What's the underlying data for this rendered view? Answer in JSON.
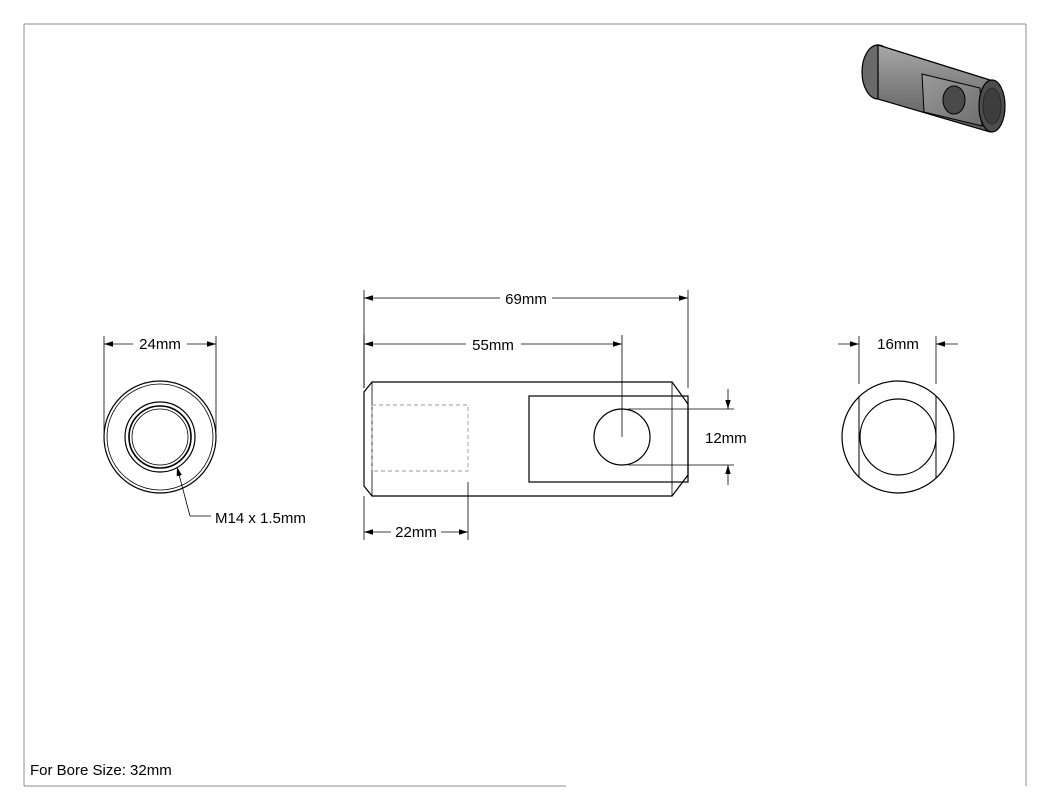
{
  "dimensions": {
    "end_diameter": "24mm",
    "thread": "M14 x 1.5mm",
    "overall_length": "69mm",
    "pin_center_distance": "55mm",
    "thread_depth": "22mm",
    "pin_hole": "12mm",
    "slot_width": "16mm"
  },
  "note": {
    "bore_size": "For Bore Size: 32mm"
  },
  "colors": {
    "line": "#000000",
    "hidden_line": "#9a9a9a",
    "border": "#8c8c8c",
    "iso_body": "#7d7d7d",
    "iso_dark": "#555555"
  }
}
